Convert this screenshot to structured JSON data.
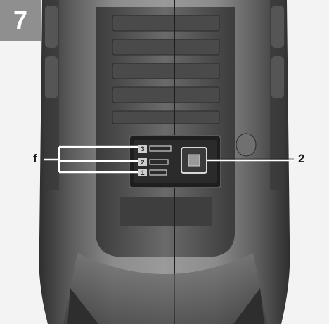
{
  "figure": {
    "number": "7",
    "callouts": {
      "f": "f",
      "two": "2"
    },
    "indicator_marks": [
      "3",
      "2",
      "1"
    ]
  },
  "colors": {
    "badge": "#8f8f8f",
    "body_dark": "#3c3c3c",
    "body_mid": "#6e6e6e",
    "body_light": "#9a9a9a",
    "callout_line": "#ffffff"
  },
  "icons": [
    "on-off-switch-icon",
    "charge-indicator-led-icon"
  ]
}
